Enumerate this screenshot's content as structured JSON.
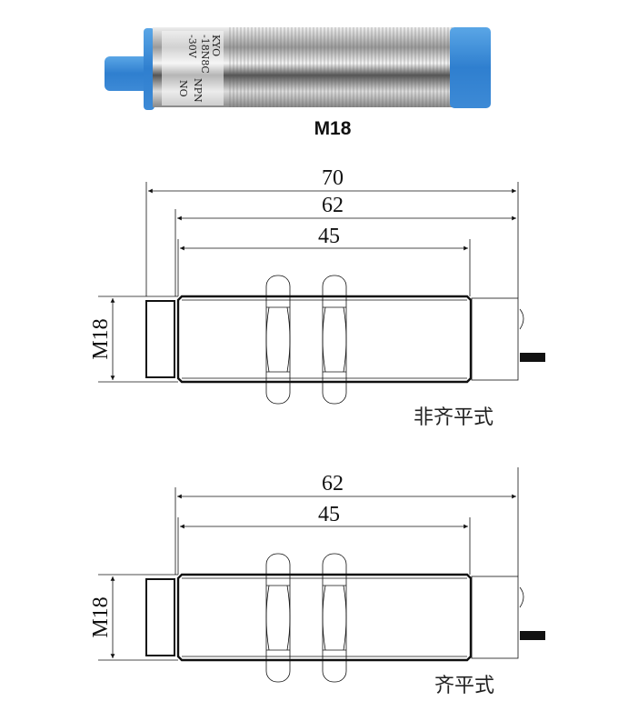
{
  "photo": {
    "caption": "M18",
    "label_text": [
      "KYO",
      "-18N8C",
      "-30V",
      "NPN",
      "NO"
    ],
    "colors": {
      "cap": "#3f8fd6",
      "metal": "#c8c8c8"
    }
  },
  "drawings": [
    {
      "dimensions": {
        "overall": "70",
        "thread_plus_head": "62",
        "thread": "45",
        "diameter": "M18"
      },
      "type_label": "非齐平式"
    },
    {
      "dimensions": {
        "thread_plus_head": "62",
        "thread": "45",
        "diameter": "M18"
      },
      "type_label": "齐平式"
    }
  ]
}
